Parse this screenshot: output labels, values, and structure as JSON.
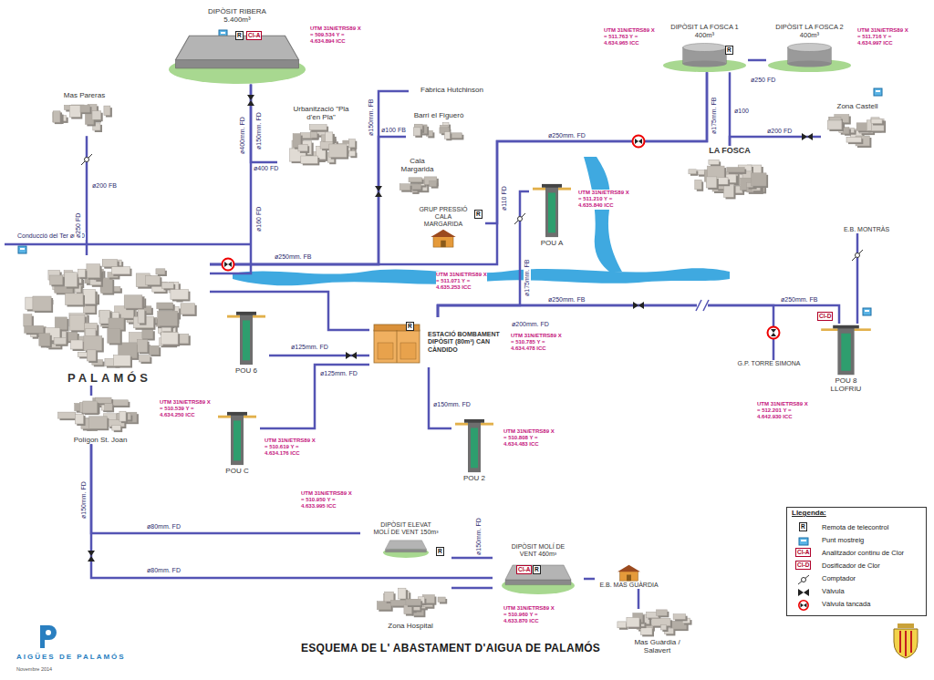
{
  "diagram": {
    "title": "ESQUEMA DE L' ABASTAMENT D'AIGUA DE PALAMÓS",
    "nodes": [
      {
        "text": [
          "DIPÒSIT RIBERA 5.400m³"
        ]
      },
      {
        "text": [
          "Mas Pareras"
        ]
      },
      {
        "text": [
          "Urbanització \"Pla d'en Pla\""
        ]
      },
      {
        "text": [
          "Fàbrica Hutchinson"
        ]
      },
      {
        "text": [
          "Barri el Figuerò"
        ]
      },
      {
        "text": [
          "Cala Margarida"
        ]
      },
      {
        "text": [
          "GRUP PRESSIÓ CALA MARGARIDA"
        ]
      },
      {
        "text": [
          "POU A"
        ]
      },
      {
        "text": [
          "DIPÒSIT LA FOSCA 1 400m³"
        ]
      },
      {
        "text": [
          "DIPÒSIT LA FOSCA 2 400m³"
        ]
      },
      {
        "text": [
          "LA FOSCA"
        ]
      },
      {
        "text": [
          "Zona Castell"
        ]
      },
      {
        "text": [
          "PALAMÓS"
        ]
      },
      {
        "text": [
          "Polígon St. Joan"
        ]
      },
      {
        "text": [
          "POU 6"
        ]
      },
      {
        "text": [
          "ESTACIÓ BOMBAMENT DIPÒSIT (80m³) CAN CÀNDIDO"
        ]
      },
      {
        "text": [
          "POU C"
        ]
      },
      {
        "text": [
          "POU 2"
        ]
      },
      {
        "text": [
          "POU 8 LLOFRIU"
        ]
      },
      {
        "text": [
          "E.B. MONTRÀS"
        ]
      },
      {
        "text": [
          "G.P. TORRE SIMONA"
        ]
      },
      {
        "text": [
          "DIPÒSIT ELEVAT MOLÍ DE VENT 150m³"
        ]
      },
      {
        "text": [
          "DIPÒSIT MOLÍ DE VENT 460m³"
        ]
      },
      {
        "text": [
          "E.B. MAS GUÀRDIA"
        ]
      },
      {
        "text": [
          "Zona Hospital"
        ]
      },
      {
        "text": [
          "Mas Guàrdia / Salavert"
        ]
      }
    ],
    "edges": [
      {
        "from": 0,
        "to": 12,
        "arrow": "none"
      },
      {
        "from": 1,
        "to": 12,
        "arrow": "none"
      },
      {
        "from": 2,
        "to": 0,
        "arrow": "none"
      },
      {
        "from": 3,
        "to": 12,
        "arrow": "none"
      },
      {
        "from": 4,
        "to": 12,
        "arrow": "none"
      },
      {
        "from": 12,
        "to": 8,
        "arrow": "none"
      },
      {
        "from": 6,
        "to": 8,
        "arrow": "none"
      },
      {
        "from": 8,
        "to": 9,
        "arrow": "none"
      },
      {
        "from": 10,
        "to": 8,
        "arrow": "none"
      },
      {
        "from": 11,
        "to": 10,
        "arrow": "none"
      },
      {
        "from": 7,
        "to": 15,
        "arrow": "none"
      },
      {
        "from": 18,
        "to": 15,
        "arrow": "none"
      },
      {
        "from": 20,
        "to": 15,
        "arrow": "none"
      },
      {
        "from": 19,
        "to": 18,
        "arrow": "none"
      },
      {
        "from": 15,
        "to": 12,
        "arrow": "none"
      },
      {
        "from": 14,
        "to": 15,
        "arrow": "none"
      },
      {
        "from": 16,
        "to": 15,
        "arrow": "none"
      },
      {
        "from": 17,
        "to": 15,
        "arrow": "none"
      },
      {
        "from": 12,
        "to": 13,
        "arrow": "none"
      },
      {
        "from": 13,
        "to": 21,
        "arrow": "none"
      },
      {
        "from": 13,
        "to": 22,
        "arrow": "none"
      },
      {
        "from": 21,
        "to": 22,
        "arrow": "none"
      },
      {
        "from": 22,
        "to": 24,
        "arrow": "none"
      },
      {
        "from": 22,
        "to": 23,
        "arrow": "none"
      },
      {
        "from": 23,
        "to": 25,
        "arrow": "none"
      }
    ],
    "labels": [
      "Conducció del Ter ø600",
      "ø200 FB",
      "ø250 FD",
      "ø400mm. FD",
      "ø150mm. FD",
      "ø160 FD",
      "ø400 FD",
      "ø150mm. FB",
      "ø100 FB",
      "ø110 FD",
      "ø250mm. FD",
      "ø175mm. FB",
      "ø250 FD",
      "ø100",
      "ø200 FD",
      "ø175mm. FB",
      "ø250mm. FB",
      "ø250mm. FB",
      "ø250mm. FB",
      "ø125mm. FD",
      "ø125mm. FD",
      "ø200mm. FD",
      "ø150mm. FD",
      "ø150mm. FD",
      "ø80mm. FD",
      "ø80mm. FD",
      "ø150mm. FD",
      "UTM 31N/ETRS89 X = 509.534 Y = 4.634.894 ICC",
      "UTM 31N/ETRS89 X = 511.763 Y = 4.634.965 ICC",
      "UTM 31N/ETRS89 X = 511.716 Y = 4.634.997 ICC",
      "UTM 31N/ETRS89 X = 511.071 Y = 4.635.253 ICC",
      "UTM 31N/ETRS89 X = 511.210 Y = 4.635.840 ICC",
      "UTM 31N/ETRS89 X = 510.785 Y = 4.634.478 ICC",
      "UTM 31N/ETRS89 X = 510.539 Y = 4.634.250 ICC",
      "UTM 31N/ETRS89 X = 510.619 Y = 4.634.176 ICC",
      "UTM 31N/ETRS89 X = 510.808 Y = 4.634.483 ICC",
      "UTM 31N/ETRS89 X = 512.201 Y = 4.642.930 ICC",
      "UTM 31N/ETRS89 X = 510.950 Y = 4.633.995 ICC",
      "UTM 31N/ETRS89 X = 510.960 Y = 4.633.870 ICC",
      "R",
      "Cl-A",
      "R",
      "R",
      "R",
      "Cl-D",
      "R",
      "Cl-A",
      "R",
      "Llegenda:",
      "R",
      "Cl-A",
      "Cl-D",
      "AIGÜES DE PALAMÓS",
      "Novembre 2014"
    ],
    "legend": [
      {
        "text": "Remota de telecontrol"
      },
      {
        "text": "Punt mostreig"
      },
      {
        "text": "Analitzador continu de Clor"
      },
      {
        "text": "Dosificador de Clor"
      },
      {
        "text": "Comptador"
      },
      {
        "text": "Vàlvula"
      },
      {
        "text": "Vàlvula tancada"
      }
    ]
  }
}
